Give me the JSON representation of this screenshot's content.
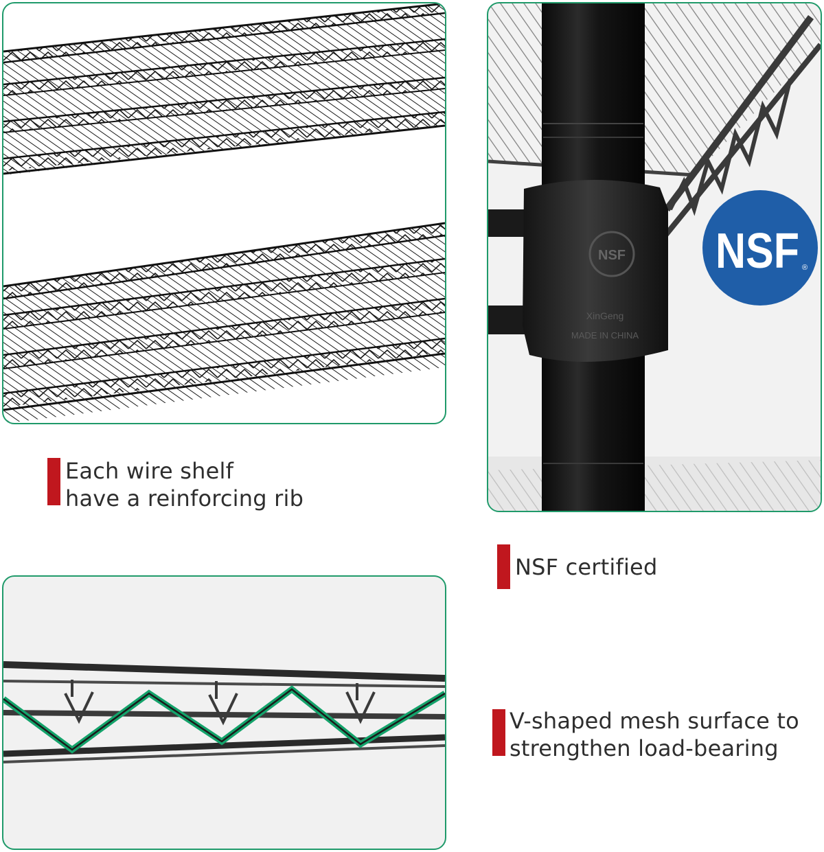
{
  "panels": {
    "shelves": {
      "alt": "Two black wire shelves with reinforcing ribs"
    },
    "pole": {
      "alt": "Black shelf pole with NSF collar and NSF badge"
    },
    "vmesh": {
      "alt": "Side view of wire shelf with V-shaped mesh highlighted in green"
    }
  },
  "badge": {
    "text": "NSF",
    "registered": "®"
  },
  "collar": {
    "stamp": "NSF",
    "line1": "XinGeng",
    "line2": "MADE IN CHINA"
  },
  "captions": {
    "rib": {
      "line1": "Each wire shelf",
      "line2": "have a reinforcing rib"
    },
    "nsf": {
      "line1": "NSF certified"
    },
    "mesh": {
      "line1": "V-shaped mesh surface to",
      "line2": "strengthen load-bearing"
    }
  },
  "colors": {
    "accent_bar": "#c0171e",
    "panel_border": "#1f9a6a",
    "mesh_highlight": "#14a36b",
    "badge_blue": "#1f5ea8",
    "wire_black": "#1a1a1a"
  }
}
